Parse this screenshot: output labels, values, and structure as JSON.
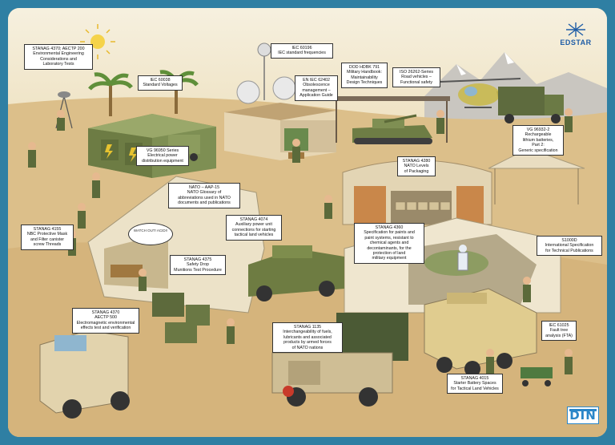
{
  "brand": {
    "name": "EDSTAR",
    "din": "DIN",
    "accent": "#1f5da6"
  },
  "speech": {
    "text": "WATCH OUT! ACID!!"
  },
  "labels": [
    {
      "id": "stanag-4370-aectp-200",
      "lines": [
        "STANAG 4370; AECTP 200",
        "Environmental Engineering",
        "Considerations and",
        "Laboratory Tests"
      ]
    },
    {
      "id": "iec-60038",
      "lines": [
        "IEC 60038",
        "Standard Voltages"
      ]
    },
    {
      "id": "iec-60196",
      "lines": [
        "IEC 60196",
        "IEC standard frequencies"
      ]
    },
    {
      "id": "en-iec-62402",
      "lines": [
        "EN IEC 62402",
        "Obsolescence",
        "management –",
        "Application Guide"
      ]
    },
    {
      "id": "dod-hdbk-791",
      "lines": [
        "DOD HDBK 791",
        "Military Handbook:",
        "Maintainability",
        "Design Techniques"
      ]
    },
    {
      "id": "iso-26262",
      "lines": [
        "ISO 26262-Series",
        "Road vehicles –",
        "Functional safety"
      ]
    },
    {
      "id": "vg-96950",
      "lines": [
        "VG 96950 Series",
        "Electrical power",
        "distribution equipment"
      ]
    },
    {
      "id": "vg-96932-2",
      "lines": [
        "VG 96932-2",
        "Rechargeable",
        "lithium batteries,",
        "Part 2:",
        "Generic specification"
      ]
    },
    {
      "id": "stanag-4280",
      "lines": [
        "STANAG 4280",
        "NATO Levels",
        "of Packaging"
      ]
    },
    {
      "id": "nato-aap-15",
      "lines": [
        "NATO – AAP-15",
        "NATO Glossary of",
        "abbreviations used in NATO",
        "documents and publications"
      ]
    },
    {
      "id": "stanag-4074",
      "lines": [
        "STANAG 4074",
        "Auxiliary power unit",
        "connections for starting",
        "tactical land vehicles"
      ]
    },
    {
      "id": "stanag-4155",
      "lines": [
        "STANAG 4155",
        "NBC Protective Mask",
        "and Filter canister",
        "screw Threads"
      ]
    },
    {
      "id": "stanag-4360",
      "lines": [
        "STANAG 4360",
        "Specification for paints and",
        "paint systems, resistant to",
        "chemical agents and",
        "decontaminants, for the",
        "protection of land",
        "military equipment"
      ]
    },
    {
      "id": "s1000d",
      "lines": [
        "S1000D",
        "International Specification",
        "for Technical Publications"
      ]
    },
    {
      "id": "stanag-4375",
      "lines": [
        "STANAG 4375",
        "Safety Drop",
        "Munitions Test Procedure"
      ]
    },
    {
      "id": "stanag-4370-aectp-500",
      "lines": [
        "STANAG 4370",
        "AECTP 500",
        "Electromagnetic environmental",
        "effects test and verification"
      ]
    },
    {
      "id": "stanag-1135",
      "lines": [
        "STANAG 1135",
        "Interchangeability of fuels,",
        "lubricants and associated",
        "products by armed forces",
        "of NATO nations"
      ]
    },
    {
      "id": "iec-61025",
      "lines": [
        "IEC 61025",
        "Fault tree",
        "analysis (FTA)"
      ]
    },
    {
      "id": "stanag-4015",
      "lines": [
        "STANAG 4015",
        "Starter Battery Spaces",
        "for Tactical Land Vehicles"
      ]
    }
  ]
}
